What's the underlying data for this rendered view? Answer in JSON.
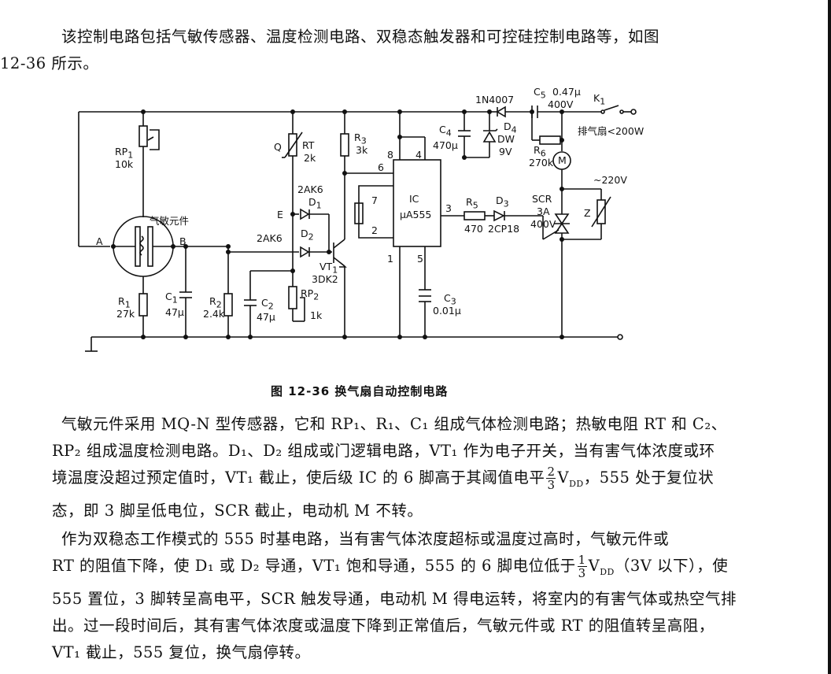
{
  "paragraphs": {
    "intro_line1": "该控制电路包括气敏传感器、温度检测电路、双稳态触发器和可控硅控制电路等，如图",
    "intro_line2": "12-36 所示。",
    "p1_line1": "气敏元件采用 MQ-N 型传感器，它和 RP₁、R₁、C₁ 组成气体检测电路；热敏电阻 RT 和 C₂、",
    "p1_line2": "RP₂ 组成温度检测电路。D₁、D₂ 组成或门逻辑电路，VT₁ 作为电子开关，当有害气体浓度或环",
    "p1_line3_a": "境温度没超过预定值时，VT₁ 截止，使后级 IC 的 6 脚高于其阈值电平",
    "p1_line3_b": "V",
    "p1_line3_b_sub": "DD",
    "p1_line3_c": "，555 处于复位状",
    "p1_line4": "态，即 3 脚呈低电位，SCR 截止，电动机 M 不转。",
    "p2_line1": "作为双稳态工作模式的 555 时基电路，当有害气体浓度超标或温度过高时，气敏元件或",
    "p2_line2_a": "RT 的阻值下降，使 D₁ 或 D₂ 导通，VT₁ 饱和导通，555 的 6 脚电位低于",
    "p2_line2_b": "V",
    "p2_line2_b_sub": "DD",
    "p2_line2_c": "（3V 以下），使",
    "p2_line3": "555 置位，3 脚转呈高电平，SCR 触发导通，电动机 M 得电运转，将室内的有害气体或热空气排",
    "p2_line4": "出。过一段时间后，其有害气体浓度或温度下降到正常值后，气敏元件或 RT 的阻值转呈高阻，",
    "p2_line5": "VT₁ 截止，555 复位，换气扇停转。",
    "frac1_num": "2",
    "frac1_den": "3",
    "frac2_num": "1",
    "frac2_den": "3"
  },
  "figure": {
    "caption": "图 12-36    换气扇自动控制电路",
    "labels": {
      "rp1_a": "RP",
      "rp1_a_sub": "1",
      "rp1_b": "10k",
      "sensor": "气敏元件",
      "pin_a": "A",
      "pin_b": "B",
      "r1_a": "R",
      "r1_a_sub": "1",
      "r1_b": "27k",
      "c1_a": "C",
      "c1_a_sub": "1",
      "c1_b": "47μ",
      "r2_a": "R",
      "r2_a_sub": "2",
      "r2_b": "2.4k",
      "c2_a": "C",
      "c2_a_sub": "2",
      "c2_b": "47μ",
      "rp2_a": "RP",
      "rp2_a_sub": "2",
      "rp2_b": "1k",
      "rt_a": "RT",
      "rt_b": "2k",
      "rt_q": "Q",
      "d1_type": "2AK6",
      "d1_a": "D",
      "d1_a_sub": "1",
      "node_e": "E",
      "d2_type": "2AK6",
      "d2_a": "D",
      "d2_a_sub": "2",
      "vt1_a": "VT",
      "vt1_a_sub": "1",
      "vt1_b": "3DK2",
      "r3_a": "R",
      "r3_a_sub": "3",
      "r3_b": "3k",
      "ic_a": "IC",
      "ic_b": "μA555",
      "pin8": "8",
      "pin4": "4",
      "pin6": "6",
      "pin7": "7",
      "pin2": "2",
      "pin3": "3",
      "pin1": "1",
      "pin5": "5",
      "c3_a": "C",
      "c3_a_sub": "3",
      "c3_b": "0.01μ",
      "r5_a": "R",
      "r5_a_sub": "5",
      "r5_b": "470",
      "d3_a": "D",
      "d3_a_sub": "3",
      "d3_b": "2CP18",
      "c4_a": "C",
      "c4_a_sub": "4",
      "c4_b": "470μ",
      "d4_a": "D",
      "d4_a_sub": "4",
      "d4_b": "DW",
      "d4_c": "9V",
      "d_1n4007": "1N4007",
      "c5_a": "C",
      "c5_a_sub": "5",
      "c5_b": "0.47μ",
      "c5_c": "400V",
      "k1_a": "K",
      "k1_a_sub": "1",
      "fan": "排气扇<200W",
      "r6_a": "R",
      "r6_a_sub": "6",
      "r6_b": "270k",
      "motor": "M",
      "ac": "~220V",
      "scr_a": "SCR",
      "scr_b": "3A",
      "scr_c": "400V",
      "z": "Z"
    }
  }
}
